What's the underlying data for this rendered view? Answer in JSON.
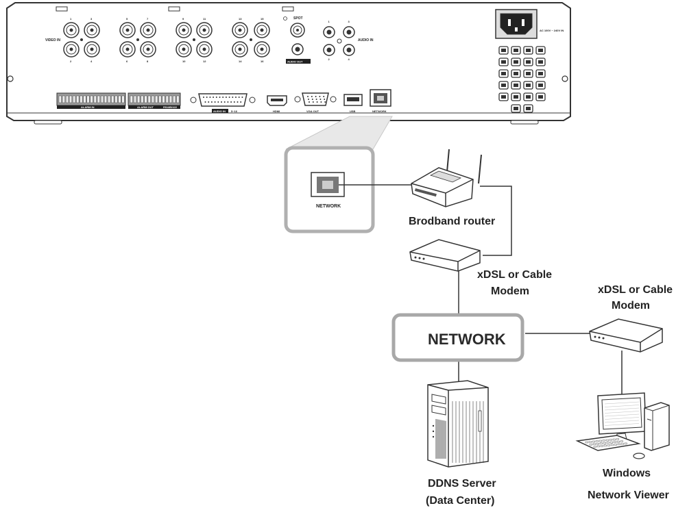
{
  "dvr_panel": {
    "video_in_label": "VIDEO IN",
    "video_numbers": [
      "1",
      "3",
      "2",
      "4",
      "5",
      "7",
      "6",
      "8",
      "9",
      "11",
      "10",
      "12",
      "13",
      "15",
      "14",
      "16"
    ],
    "spot_label": "SPOT",
    "audio_out_label": "AUDIO OUT",
    "audio_in_label": "AUDIO IN",
    "audio_numbers": [
      "1",
      "3",
      "2",
      "4"
    ],
    "power_rating": "AC 100V ~ 240V IN",
    "alarm_in_label": "ALARM IN",
    "alarm_out_label": "ALARM OUT",
    "rs485_label": "RS485/422",
    "audio_in_5_16_tag": "AUDIO IN",
    "audio_in_5_16_range": "5~16",
    "hdmi_label": "HDMI",
    "vga_out_label": "VGA OUT",
    "usb_label": "USB",
    "network_label": "NETWORK"
  },
  "zoom_callout": {
    "port_label": "NETWORK"
  },
  "nodes": {
    "router_label": "Brodband router",
    "modem_left_label_line1": "xDSL or Cable",
    "modem_left_label_line2": "Modem",
    "network_label": "NETWORK",
    "modem_right_label_line1": "xDSL or Cable",
    "modem_right_label_line2": "Modem",
    "ddns_label_line1": "DDNS Server",
    "ddns_label_line2": "(Data Center)",
    "viewer_label_line1": "Windows",
    "viewer_label_line2": "Network Viewer"
  },
  "colors": {
    "outline": "#333333",
    "callout_gray": "#b0b0b0",
    "network_box_border": "#a8a8a8",
    "panel_fill": "#ffffff"
  }
}
